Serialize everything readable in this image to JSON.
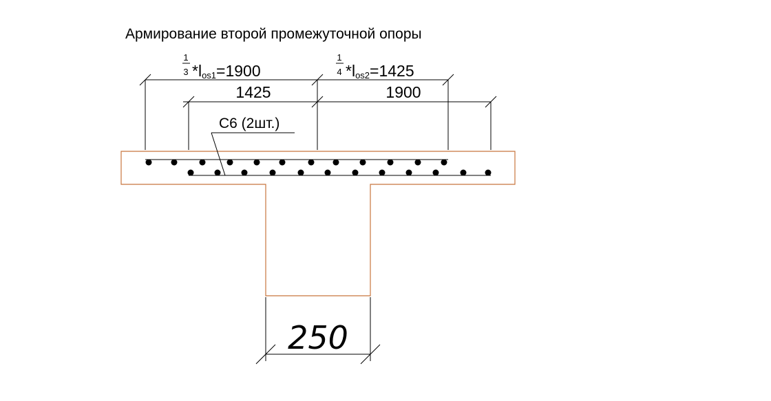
{
  "title": "Армирование второй промежуточной опоры",
  "top_dimensions": {
    "left_upper": {
      "numerator": "1",
      "denominator": "3",
      "operator": "*l",
      "subscript": "os1",
      "value": "=1900"
    },
    "right_upper": {
      "numerator": "1",
      "denominator": "4",
      "operator": "*l",
      "subscript": "os2",
      "value": "=1425"
    },
    "left_lower": "1425",
    "right_lower": "1900"
  },
  "mesh_label": "С6 (2шт.)",
  "rib_width": "250",
  "colors": {
    "line": "#000000",
    "concrete_outline": "#c8743c",
    "background": "#ffffff"
  }
}
